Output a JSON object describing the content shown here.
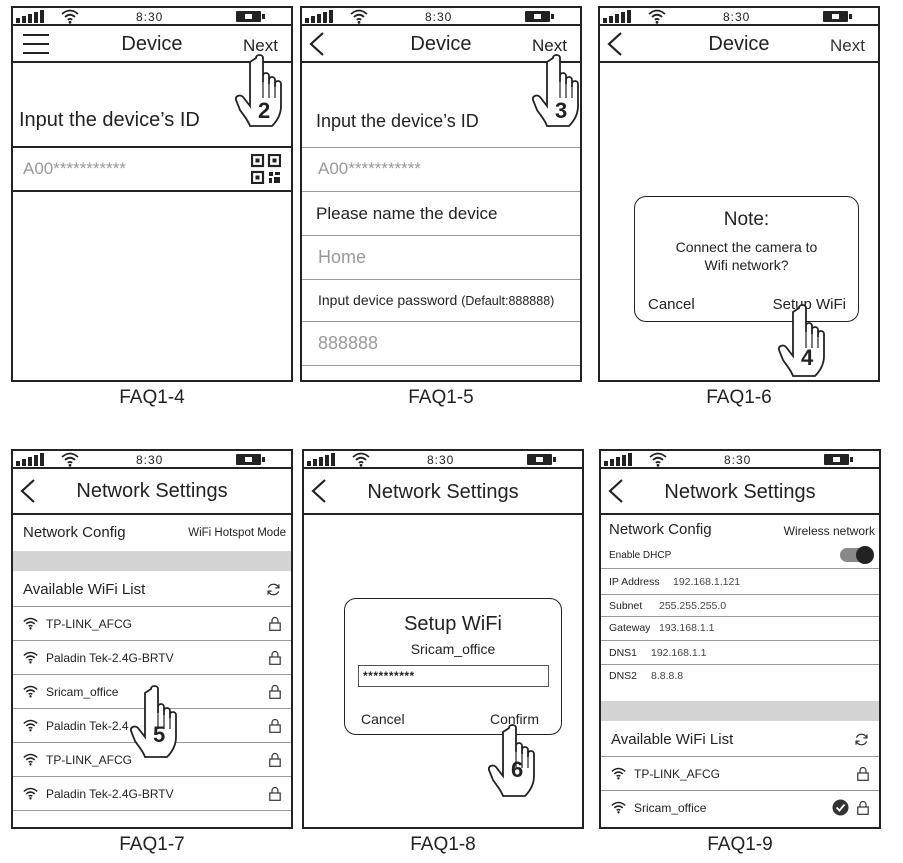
{
  "status": {
    "time": "8:30"
  },
  "p1": {
    "title": "Device",
    "next": "Next",
    "id_label": "Input the device’s ID",
    "id_placeholder": "A00***********",
    "step": "2",
    "caption": "FAQ1-4"
  },
  "p2": {
    "title": "Device",
    "next": "Next",
    "id_label": "Input the device’s ID",
    "id_placeholder": "A00***********",
    "name_label": "Please name the device",
    "name_placeholder": "Home",
    "pwd_label": "Input device password",
    "pwd_hint": "(Default:888888)",
    "pwd_placeholder": "888888",
    "step": "3",
    "caption": "FAQ1-5"
  },
  "p3": {
    "title": "Device",
    "next": "Next",
    "note_title": "Note:",
    "note_line1": "Connect the camera to",
    "note_line2": "Wifi network?",
    "cancel": "Cancel",
    "setup": "Setup WiFi",
    "step": "4",
    "caption": "FAQ1-6"
  },
  "p4": {
    "title": "Network Settings",
    "config_label": "Network Config",
    "config_mode": "WiFi Hotspot Mode",
    "list_label": "Available WiFi List",
    "networks": [
      "TP-LINK_AFCG",
      "Paladin Tek-2.4G-BRTV",
      "Sricam_office",
      "Paladin Tek-2.4",
      "TP-LINK_AFCG",
      "Paladin Tek-2.4G-BRTV"
    ],
    "step": "5",
    "caption": "FAQ1-7"
  },
  "p5": {
    "title": "Network Settings",
    "dlg_title": "Setup WiFi",
    "ssid": "Sricam_office",
    "password": "**********",
    "cancel": "Cancel",
    "confirm": "Confirm",
    "step": "6",
    "caption": "FAQ1-8"
  },
  "p6": {
    "title": "Network Settings",
    "config_label": "Network Config",
    "config_mode": "Wireless network",
    "dhcp_label": "Enable DHCP",
    "ip_label": "IP Address",
    "ip_value": "192.168.1.121",
    "subnet_label": "Subnet",
    "subnet_value": "255.255.255.0",
    "gateway_label": "Gateway",
    "gateway_value": "193.168.1.1",
    "dns1_label": "DNS1",
    "dns1_value": "192.168.1.1",
    "dns2_label": "DNS2",
    "dns2_value": "8.8.8.8",
    "list_label": "Available WiFi List",
    "networks": [
      "TP-LINK_AFCG",
      "Sricam_office"
    ],
    "caption": "FAQ1-9"
  }
}
